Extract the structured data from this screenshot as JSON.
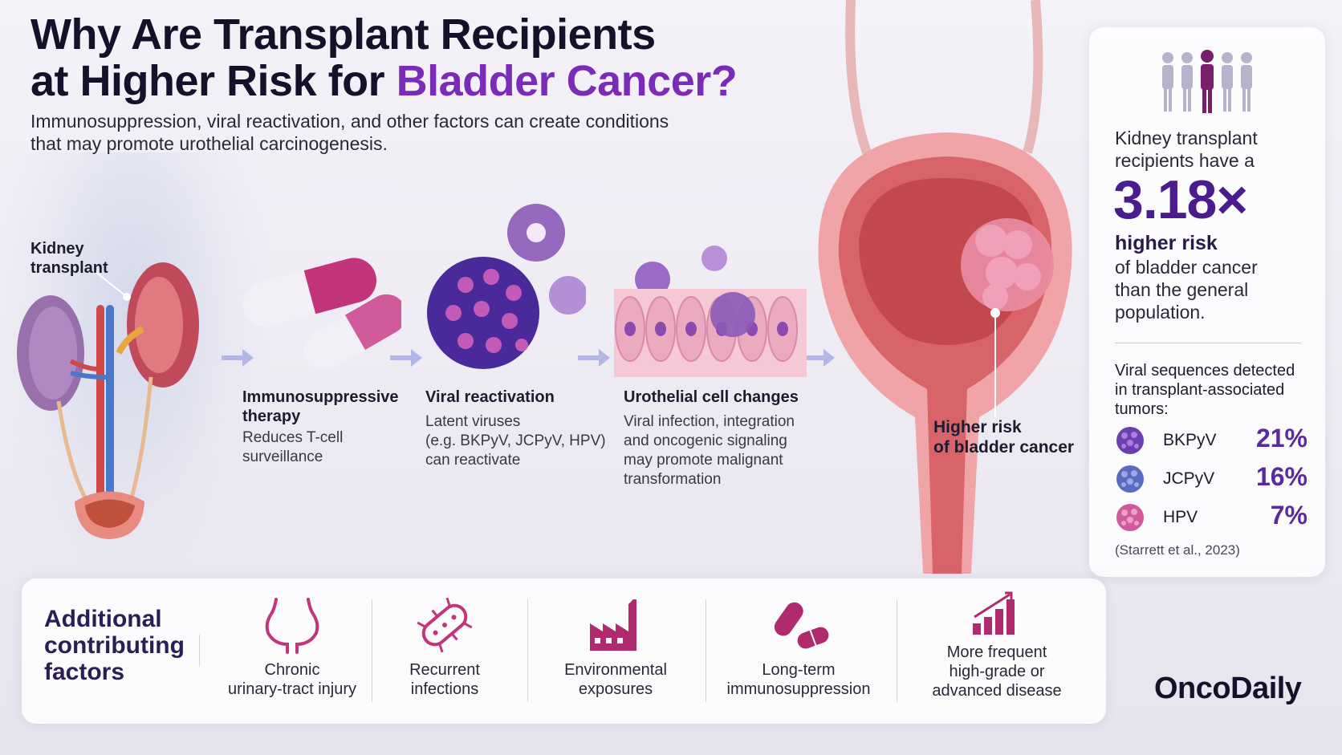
{
  "header": {
    "title_line1": "Why Are Transplant Recipients",
    "title_line2_prefix": "at Higher Risk for ",
    "title_line2_accent": "Bladder Cancer?",
    "subtitle_line1": "Immunosuppression, viral reactivation, and other factors can create conditions",
    "subtitle_line2": "that may promote urothelial carcinogenesis."
  },
  "illustration_labels": {
    "kidney_line1": "Kidney",
    "kidney_line2": "transplant",
    "risk_line1": "Higher risk",
    "risk_line2": "of bladder cancer"
  },
  "steps": [
    {
      "title_line1": "Immunosuppressive",
      "title_line2": "therapy",
      "desc_line1": "Reduces T-cell",
      "desc_line2": "surveillance"
    },
    {
      "title_line1": "Viral reactivation",
      "desc_line1": "Latent viruses",
      "desc_line2": "(e.g. BKPyV, JCPyV, HPV)",
      "desc_line3": "can reactivate"
    },
    {
      "title_line1": "Urothelial cell changes",
      "desc_line1": "Viral infection, integration",
      "desc_line2": "and oncogenic signaling",
      "desc_line3": "may promote malignant",
      "desc_line4": "transformation"
    }
  ],
  "stat_card": {
    "lead_line1": "Kidney transplant",
    "lead_line2": "recipients have a",
    "big_value": "3.18×",
    "bold": "higher risk",
    "rest_line1": "of bladder cancer",
    "rest_line2": "than the general",
    "rest_line3": "population.",
    "viral_head_line1": "Viral sequences detected",
    "viral_head_line2": "in transplant-associated",
    "viral_head_line3": "tumors:",
    "viruses": [
      {
        "name": "BKPyV",
        "pct": "21%",
        "color": "#6a3fb0"
      },
      {
        "name": "JCPyV",
        "pct": "16%",
        "color": "#5a6ac0"
      },
      {
        "name": "HPV",
        "pct": "7%",
        "color": "#d05a9a"
      }
    ],
    "citation": "(Starrett et al., 2023)"
  },
  "factors": {
    "title_line1": "Additional",
    "title_line2": "contributing",
    "title_line3": "factors",
    "items": [
      {
        "icon": "bladder-icon",
        "line1": "Chronic",
        "line2": "urinary-tract injury"
      },
      {
        "icon": "bacteria-icon",
        "line1": "Recurrent",
        "line2": "infections"
      },
      {
        "icon": "factory-icon",
        "line1": "Environmental",
        "line2": "exposures"
      },
      {
        "icon": "pill-icon",
        "line1": "Long-term",
        "line2": "immunosuppression"
      },
      {
        "icon": "bar-chart-icon",
        "line1": "More frequent",
        "line2": "high-grade or",
        "line3": "advanced disease"
      }
    ]
  },
  "brand": "OncoDaily",
  "colors": {
    "accent": "#7a2bb8",
    "dark_purple": "#4a1d8e",
    "magenta": "#b02a6e"
  }
}
